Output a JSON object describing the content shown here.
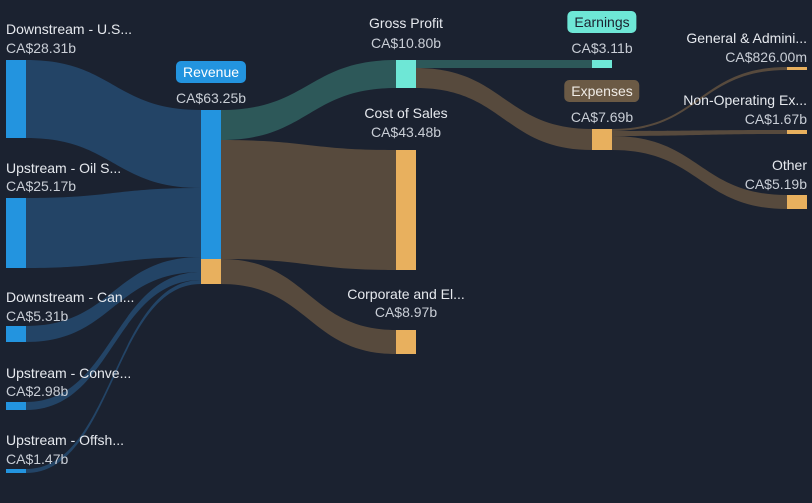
{
  "colors": {
    "background": "#1b2230",
    "revenue": "#2394df",
    "profit": "#6ee7d6",
    "expense": "#e8b05e",
    "flow_blue": "#234466",
    "flow_teal": "#2d5859",
    "flow_brown": "#574a3d"
  },
  "nodes": {
    "downstream_us": {
      "label": "Downstream - U.S...",
      "value": "CA$28.31b"
    },
    "upstream_oil": {
      "label": "Upstream - Oil S...",
      "value": "CA$25.17b"
    },
    "downstream_can": {
      "label": "Downstream - Can...",
      "value": "CA$5.31b"
    },
    "upstream_conv": {
      "label": "Upstream - Conve...",
      "value": "CA$2.98b"
    },
    "upstream_offsh": {
      "label": "Upstream - Offsh...",
      "value": "CA$1.47b"
    },
    "revenue": {
      "label": "Revenue",
      "value": "CA$63.25b"
    },
    "gross_profit": {
      "label": "Gross Profit",
      "value": "CA$10.80b"
    },
    "cost_of_sales": {
      "label": "Cost of Sales",
      "value": "CA$43.48b"
    },
    "corporate": {
      "label": "Corporate and El...",
      "value": "CA$8.97b"
    },
    "earnings": {
      "label": "Earnings",
      "value": "CA$3.11b"
    },
    "expenses": {
      "label": "Expenses",
      "value": "CA$7.69b"
    },
    "general_admin": {
      "label": "General & Admini...",
      "value": "CA$826.00m"
    },
    "non_operating": {
      "label": "Non-Operating Ex...",
      "value": "CA$1.67b"
    },
    "other": {
      "label": "Other",
      "value": "CA$5.19b"
    }
  }
}
